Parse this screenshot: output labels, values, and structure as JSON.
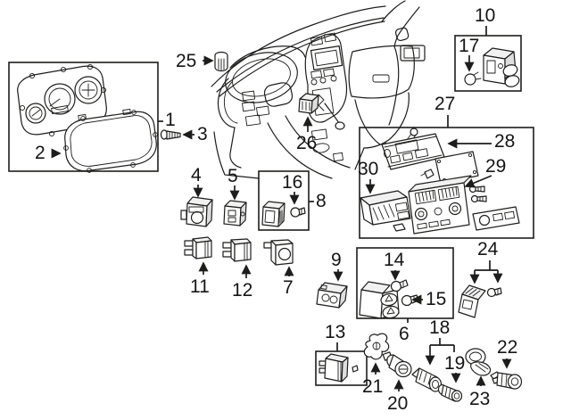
{
  "colors": {
    "background": "#ffffff",
    "line": "#1d1d1b",
    "label": "#151515"
  },
  "callouts": {
    "c1": "1",
    "c2": "2",
    "c3": "3",
    "c4": "4",
    "c5": "5",
    "c6": "6",
    "c7": "7",
    "c8": "8",
    "c9": "9",
    "c10": "10",
    "c11": "11",
    "c12": "12",
    "c13": "13",
    "c14": "14",
    "c15": "15",
    "c16": "16",
    "c17": "17",
    "c18": "18",
    "c19": "19",
    "c20": "20",
    "c21": "21",
    "c22": "22",
    "c23": "23",
    "c24": "24",
    "c25": "25",
    "c26": "26",
    "c27": "27",
    "c28": "28",
    "c29": "29",
    "c30": "30"
  }
}
